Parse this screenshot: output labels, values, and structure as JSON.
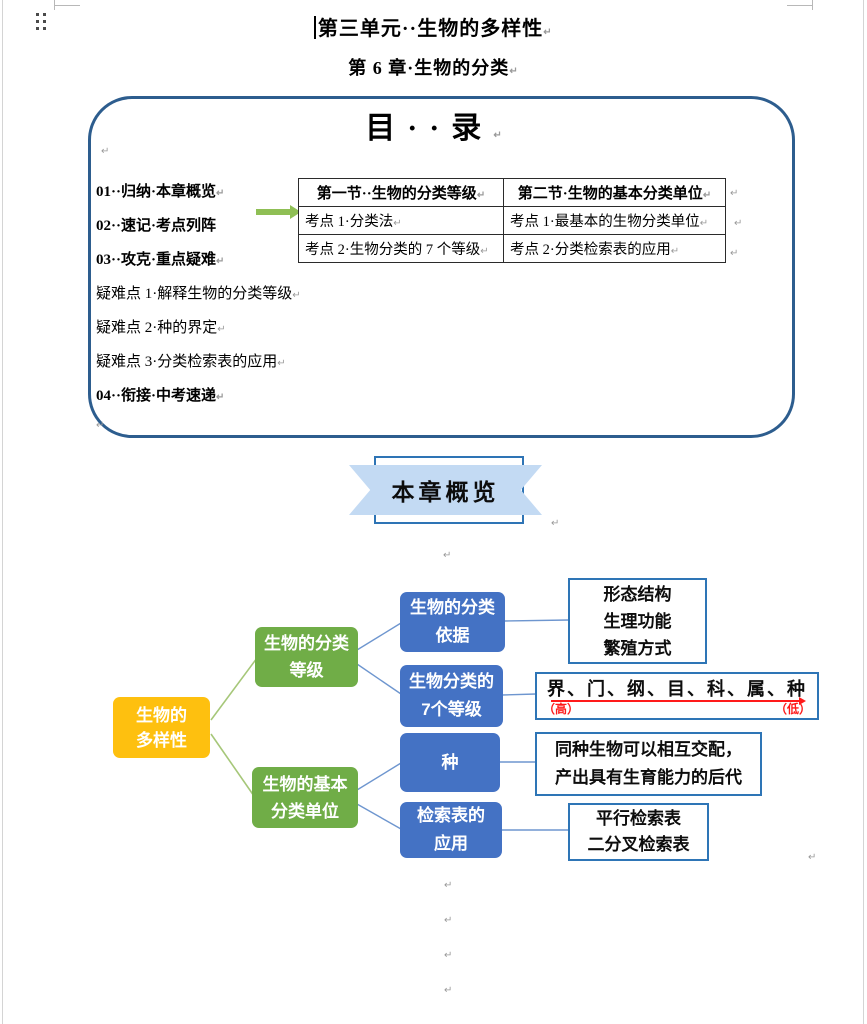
{
  "document": {
    "title": "第三单元··生物的多样性",
    "subtitle": "第 6 章·生物的分类",
    "pilcrow": "↵"
  },
  "toc": {
    "heading": "目··录",
    "items": [
      {
        "label": "01··归纳·本章概览",
        "bold": true
      },
      {
        "label": "02··速记·考点列阵",
        "bold": true
      },
      {
        "label": "03··攻克·重点疑难",
        "bold": true
      },
      {
        "label": "疑难点 1·解释生物的分类等级",
        "bold": false
      },
      {
        "label": "疑难点 2·种的界定",
        "bold": false
      },
      {
        "label": "疑难点 3·分类检索表的应用",
        "bold": false
      },
      {
        "label": "04··衔接·中考速递",
        "bold": true
      }
    ],
    "table": {
      "headers": [
        "第一节··生物的分类等级",
        "第二节·生物的基本分类单位"
      ],
      "rows": [
        [
          "考点 1·分类法",
          "考点 1·最基本的生物分类单位"
        ],
        [
          "考点 2·生物分类的 7 个等级",
          "考点 2·分类检索表的应用"
        ]
      ]
    }
  },
  "banner": {
    "label": "本章概览"
  },
  "mindmap": {
    "root": {
      "label": "生物的\n多样性"
    },
    "branches": [
      {
        "label": "生物的分类\n等级"
      },
      {
        "label": "生物的基本\n分类单位"
      }
    ],
    "topics": [
      {
        "label": "生物的分类\n依据"
      },
      {
        "label": "生物分类的\n7个等级"
      },
      {
        "label": "种"
      },
      {
        "label": "检索表的\n应用"
      }
    ],
    "details": [
      {
        "label": "形态结构\n生理功能\n繁殖方式"
      },
      {
        "label": "界、门、纲、目、科、属、种",
        "high": "（高）",
        "low": "（低）"
      },
      {
        "label": "同种生物可以相互交配，\n产出具有生育能力的后代"
      },
      {
        "label": "平行检索表\n二分叉检索表"
      }
    ]
  },
  "colors": {
    "accent_yellow": "#FEC00F",
    "accent_green": "#70AD47",
    "accent_blue": "#4472C4",
    "outline_blue": "#2E75B6",
    "toc_border": "#2D5D8E",
    "ribbon_fill": "#C3DAF3",
    "highlight_red": "#FF1A1A",
    "arrow_green": "#8FBF55"
  }
}
